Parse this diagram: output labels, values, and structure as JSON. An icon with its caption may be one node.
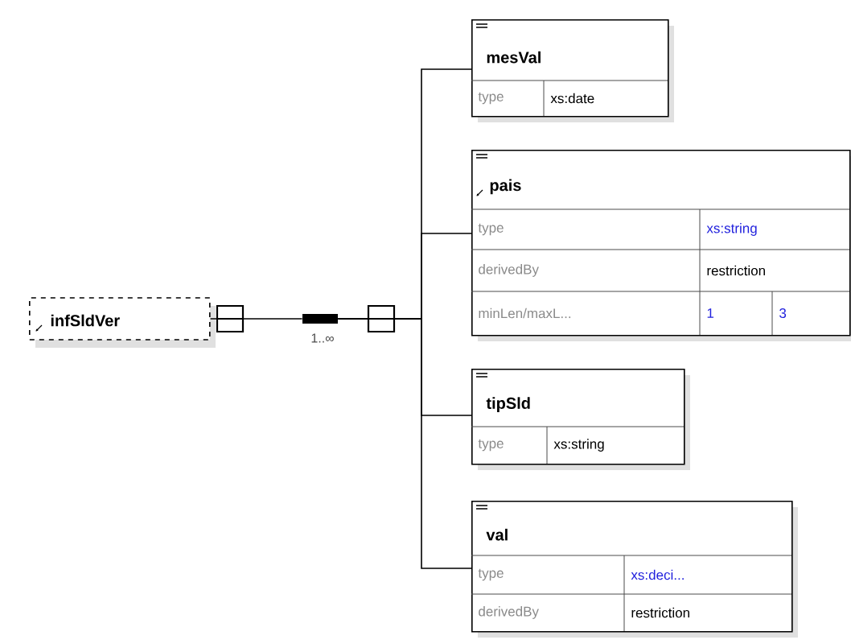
{
  "diagram": {
    "nodes": [
      {
        "text": [
          "infSldVer"
        ]
      },
      {
        "text": [],
        "shape": "bar",
        "beside": [
          "1..∞"
        ]
      },
      {
        "text": [
          "mesVal",
          "type",
          "xs:date"
        ]
      },
      {
        "text": [
          "pais",
          "type",
          "xs:string",
          "derivedBy",
          "restriction",
          "minLen/maxL...",
          "1",
          "3"
        ]
      },
      {
        "text": [
          "tipSld",
          "type",
          "xs:string"
        ]
      },
      {
        "text": [
          "val",
          "type",
          "xs:deci...",
          "derivedBy",
          "restriction"
        ]
      }
    ],
    "edges": [
      {
        "from": 0,
        "to": 1,
        "arrow": "none"
      },
      {
        "from": 1,
        "to": 2,
        "arrow": "none"
      },
      {
        "from": 1,
        "to": 3,
        "arrow": "none"
      },
      {
        "from": 1,
        "to": 4,
        "arrow": "none"
      },
      {
        "from": 1,
        "to": 5,
        "arrow": "none"
      }
    ]
  }
}
